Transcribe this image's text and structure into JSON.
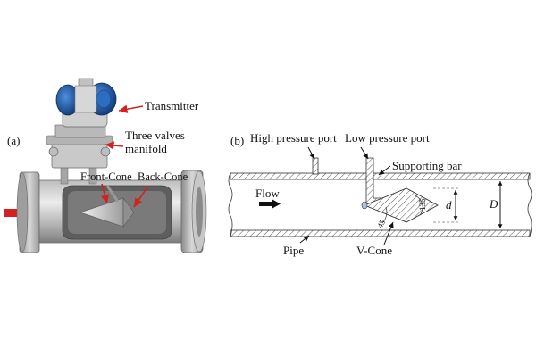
{
  "panel_a": {
    "tag": "(a)",
    "labels": {
      "transmitter": "Transmitter",
      "manifold_line1": "Three valves",
      "manifold_line2": "manifold",
      "front_cone": "Front-Cone",
      "back_cone": "Back-Cone"
    }
  },
  "panel_b": {
    "tag": "(b)",
    "labels": {
      "high_pressure_port": "High pressure port",
      "low_pressure_port": "Low pressure port",
      "supporting_bar": "Supporting bar",
      "flow": "Flow",
      "pipe": "Pipe",
      "v_cone": "V-Cone",
      "dim_small": "d",
      "dim_large": "D",
      "angle_front": "45",
      "angle_back": "135"
    }
  },
  "colors": {
    "arrow_red": "#d42020",
    "transmitter_blue": "#1f5fb4",
    "metal_light": "#d9d9d9",
    "metal_dark": "#8c8c8c",
    "hatch": "#555555"
  }
}
